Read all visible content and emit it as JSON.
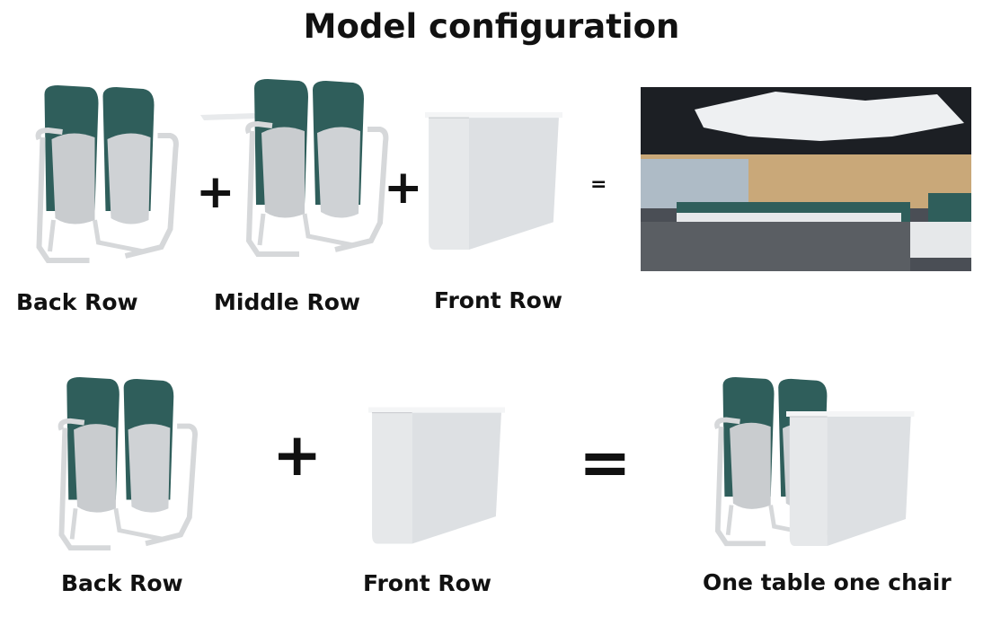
{
  "title": "Model configuration",
  "row1": {
    "labels": [
      "Back Row",
      "Middle Row",
      "Front Row"
    ],
    "operators": [
      "+",
      "+",
      "="
    ]
  },
  "row2": {
    "labels": [
      "Back Row",
      "Front Row",
      "One table one chair"
    ],
    "operators": [
      "+",
      "="
    ]
  },
  "colors": {
    "seat": "#2f5e5b",
    "frame": "#d6d8da",
    "desk": "#eceef0"
  }
}
